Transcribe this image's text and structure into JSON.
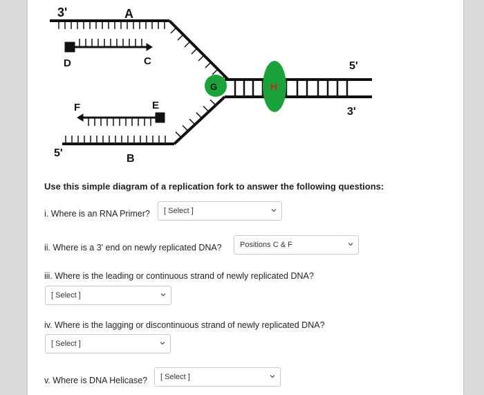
{
  "diagram": {
    "labels": {
      "top_left_end": "3'",
      "top_right_end": "5'",
      "bottom_left_end": "5'",
      "bottom_right_end": "3'",
      "a": "A",
      "b": "B",
      "c": "C",
      "d": "D",
      "e": "E",
      "f": "F",
      "g": "G",
      "h": "H"
    },
    "colors": {
      "strand": "#111111",
      "circle_g": "#1aa33a",
      "oval_h": "#1aa33a",
      "label_h": "#d62020"
    }
  },
  "intro": "Use this simple diagram of a replication fork to answer the following questions:",
  "questions": [
    {
      "text": "i. Where is an RNA Primer?",
      "selected": "[ Select ]"
    },
    {
      "text": "ii. Where is a 3' end on newly replicated DNA?",
      "selected": "Positions C & F"
    },
    {
      "text": "iii. Where is the leading or continuous strand of newly replicated DNA?",
      "selected": "[ Select ]"
    },
    {
      "text": "iv. Where is the lagging or discontinuous strand of newly replicated DNA?",
      "selected": "[ Select ]"
    },
    {
      "text": "v. Where is DNA Helicase?",
      "selected": "[ Select ]"
    }
  ],
  "icons": {
    "dropdown": "chevron-down-icon"
  }
}
